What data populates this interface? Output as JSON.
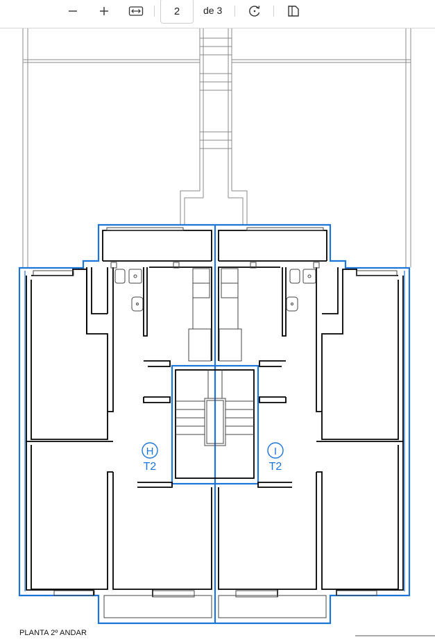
{
  "toolbar": {
    "zoom_out_icon": "minus-icon",
    "zoom_in_icon": "plus-icon",
    "fit_width_icon": "fit-width-icon",
    "page_current": "2",
    "page_total_label": "de 3",
    "rotate_icon": "rotate-icon",
    "page_view_icon": "page-view-icon"
  },
  "plan": {
    "caption": "PLANTA 2º ANDAR",
    "units": [
      {
        "letter": "H",
        "type": "T2"
      },
      {
        "letter": "I",
        "type": "T2"
      }
    ],
    "outline_color": "#1a74d9",
    "wall_color": "#000000"
  }
}
